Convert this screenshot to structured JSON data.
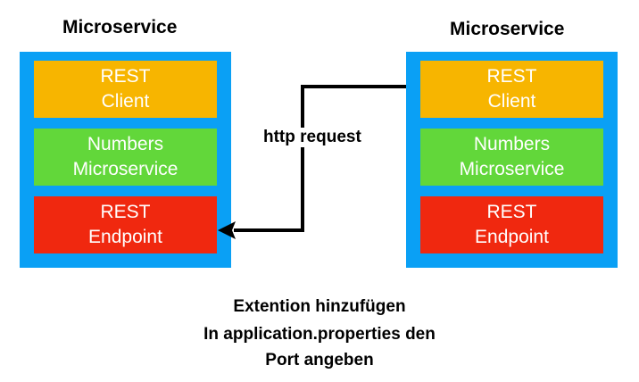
{
  "left_service": {
    "title": "Microservice",
    "client": {
      "line1": "REST",
      "line2": "Client"
    },
    "core": {
      "line1": "Numbers",
      "line2": "Microservice"
    },
    "endpoint": {
      "line1": "REST",
      "line2": "Endpoint"
    }
  },
  "right_service": {
    "title": "Microservice",
    "client": {
      "line1": "REST",
      "line2": "Client"
    },
    "core": {
      "line1": "Numbers",
      "line2": "Microservice"
    },
    "endpoint": {
      "line1": "REST",
      "line2": "Endpoint"
    }
  },
  "connection": {
    "label": "http request"
  },
  "note": {
    "line1": "Extention hinzufügen",
    "line2": "In application.properties den",
    "line3": "Port angeben"
  },
  "colors": {
    "container": "#0aa0f5",
    "client": "#f7b500",
    "core": "#62d73a",
    "endpoint": "#f0280f",
    "arrow": "#000000"
  }
}
